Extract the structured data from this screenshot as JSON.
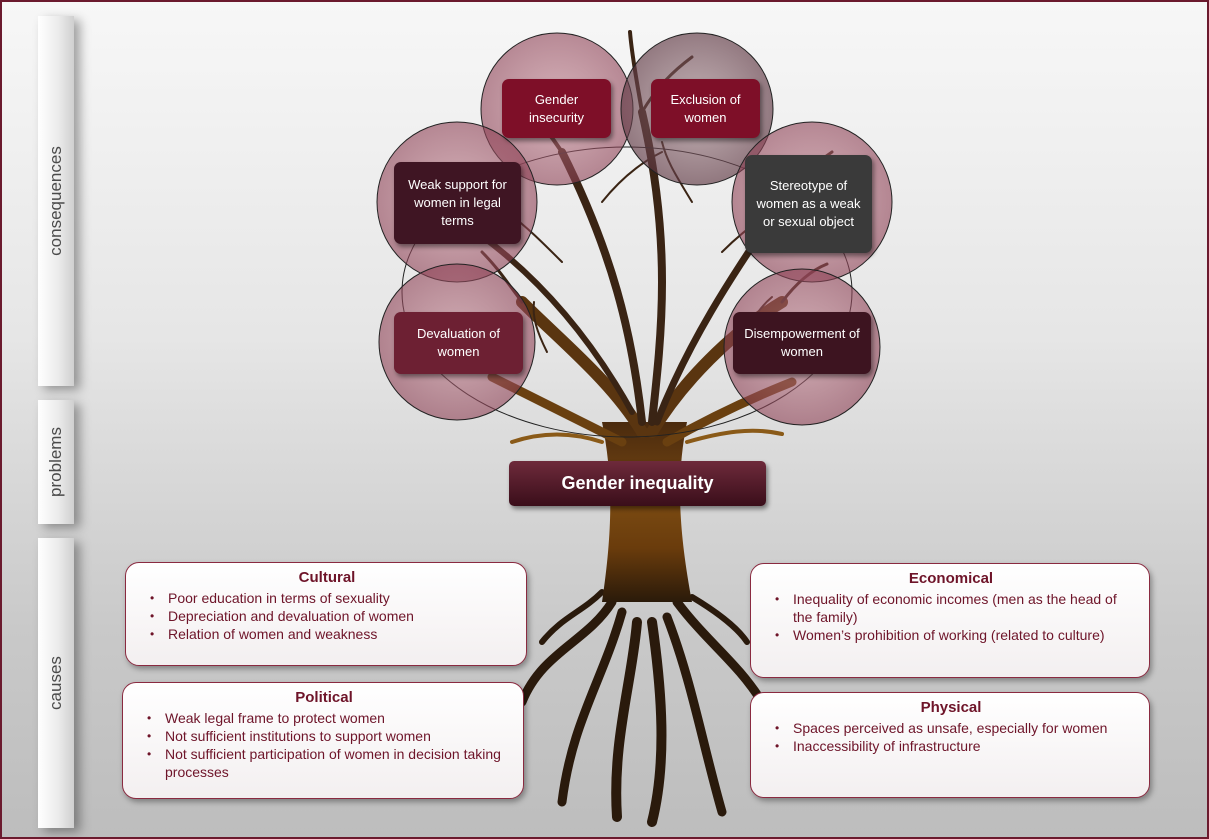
{
  "side_labels": {
    "consequences": "consequences",
    "problems": "problems",
    "causes": "causes"
  },
  "consequences": [
    {
      "id": "gender_insecurity",
      "text": "Gender insecurity"
    },
    {
      "id": "exclusion",
      "text": "Exclusion of women"
    },
    {
      "id": "weak_support",
      "text": "Weak support for women in legal terms"
    },
    {
      "id": "stereotype",
      "text": "Stereotype of women as a weak or sexual object"
    },
    {
      "id": "devaluation",
      "text": "Devaluation of women"
    },
    {
      "id": "disempowerment",
      "text": "Disempowerment of women"
    }
  ],
  "problem": "Gender inequality",
  "causes": {
    "cultural": {
      "title": "Cultural",
      "items": [
        "Poor education in terms of sexuality",
        "Depreciation and devaluation of women",
        "Relation of women and weakness"
      ]
    },
    "political": {
      "title": "Political",
      "items": [
        "Weak legal frame to protect women",
        "Not sufficient institutions to support women",
        "Not sufficient participation of women in decision taking processes"
      ]
    },
    "economical": {
      "title": "Economical",
      "items": [
        "Inequality of economic incomes (men as the head of the family)",
        "Women’s prohibition of working (related to culture)"
      ]
    },
    "physical": {
      "title": "Physical",
      "items": [
        "Spaces perceived as unsafe, especially for women",
        "Inaccessibility of infrastructure"
      ]
    }
  },
  "colors": {
    "border": "#6b1a2e",
    "node_dark": "#3f1523",
    "node_red": "#7e0f28",
    "text_maroon": "#6e1429",
    "trunk": "#5a3208"
  }
}
